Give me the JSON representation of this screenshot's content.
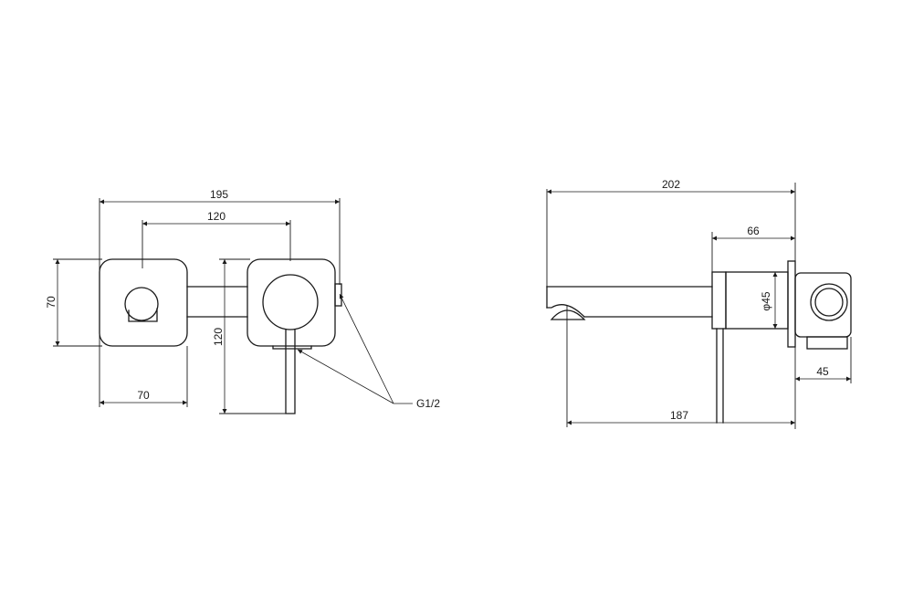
{
  "front_view": {
    "dim_total_width": "195",
    "dim_centers": "120",
    "dim_plate_height": "70",
    "dim_plate_width": "70",
    "dim_spout_drop": "120",
    "thread_callout": "G1/2"
  },
  "side_view": {
    "dim_total_depth": "202",
    "dim_body_depth": "66",
    "dim_body_diameter": "φ45",
    "dim_spout_reach": "187",
    "dim_plate_offset": "45"
  },
  "colors": {
    "line": "#1a1a1a",
    "background": "#ffffff"
  }
}
